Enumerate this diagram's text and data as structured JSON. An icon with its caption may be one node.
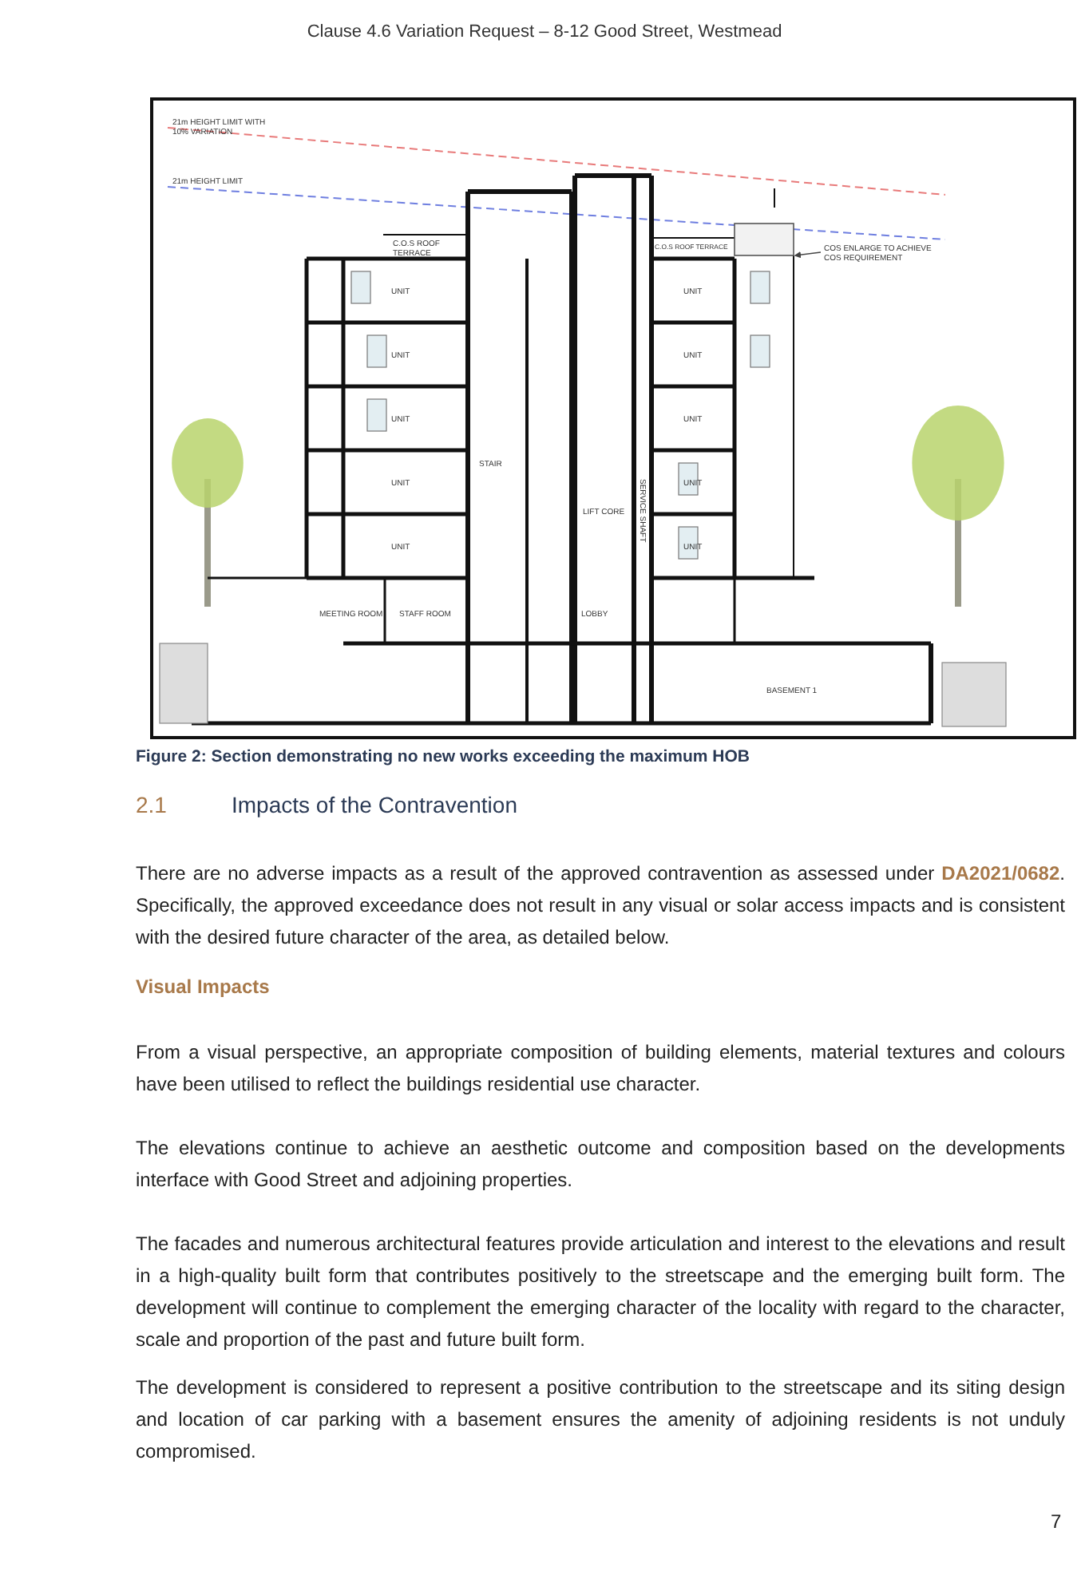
{
  "diagram": {
    "caption": "Figure 2: Section demonstrating no new works exceeding the maximum HOB",
    "nodes": [
      {
        "text": [
          "COS ENLARGE TO ACHIEVE COS REQUIREMENT"
        ]
      },
      {
        "text": [],
        "shape": "box"
      }
    ],
    "edges": [
      {
        "from": 0,
        "to": 1,
        "arrow": "to"
      }
    ],
    "labels": [
      "Clause 4.6 Variation Request – 8-12 Good Street, Westmead",
      "21m HEIGHT LIMIT WITH 10% VARIATION",
      "21m HEIGHT LIMIT",
      "C.O.S ROOF TERRACE",
      "C.O.S ROOF TERRACE",
      "UNIT",
      "UNIT",
      "UNIT",
      "UNIT",
      "UNIT",
      "UNIT",
      "UNIT",
      "UNIT",
      "UNIT",
      "UNIT",
      "STAIR",
      "LIFT CORE",
      "SERVICE SHAFT",
      "MEETING ROOM",
      "STAFF ROOM",
      "LOBBY",
      "BASEMENT 1",
      "2.1",
      "Impacts of the Contravention",
      "There are no adverse impacts as a result of the approved contravention as assessed under **DA2021/0682**. Specifically, the approved exceedance does not result in any visual or solar access impacts and is consistent with the desired future character of the area, as detailed below.",
      "Visual Impacts",
      "From a visual perspective, an appropriate composition of building elements, material textures and colours have been utilised to reflect the buildings residential use character.",
      "The elevations continue to achieve an aesthetic outcome and composition based on the developments interface with Good Street and adjoining properties.",
      "The facades and numerous architectural features provide articulation and interest to the elevations and result in a high-quality built form that contributes positively to the streetscape and the emerging built form. The development will continue to complement the emerging character of the locality with regard to the character, scale and proportion of the past and future built form.",
      "The development is considered to represent a positive contribution to the streetscape and its siting design and location of car parking with a basement ensures the amenity of adjoining residents is not unduly compromised.",
      "7"
    ]
  }
}
